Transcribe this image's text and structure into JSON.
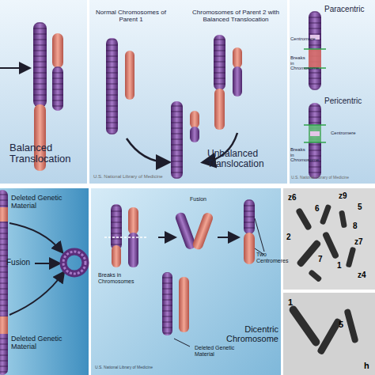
{
  "diagram": {
    "labels": [
      "Balanced Translocation",
      "Normal Chromosomes of Parent 1",
      "Chromosomes of Parent 2 with Balanced Translocation",
      "Unbalanced Translocation",
      "U.S. National Library of Medicine",
      "Paracentric",
      "Centromere",
      "Breaks in Chromosome",
      "Pericentric",
      "Centromere",
      "Breaks in Chromosome",
      "U.S. National Library of Medicine",
      "Deleted Genetic Material",
      "Fusion",
      "Deleted Genetic Material",
      "Breaks in Chromosomes",
      "Fusion",
      "Two Centromeres",
      "Deleted Genetic Material",
      "Dicentric Chromosome",
      "U.S. National Library of Medicine",
      "z6",
      "z9",
      "6",
      "5",
      "8",
      "2",
      "z7",
      "7",
      "1",
      "z4",
      "1",
      "5",
      "h"
    ]
  }
}
